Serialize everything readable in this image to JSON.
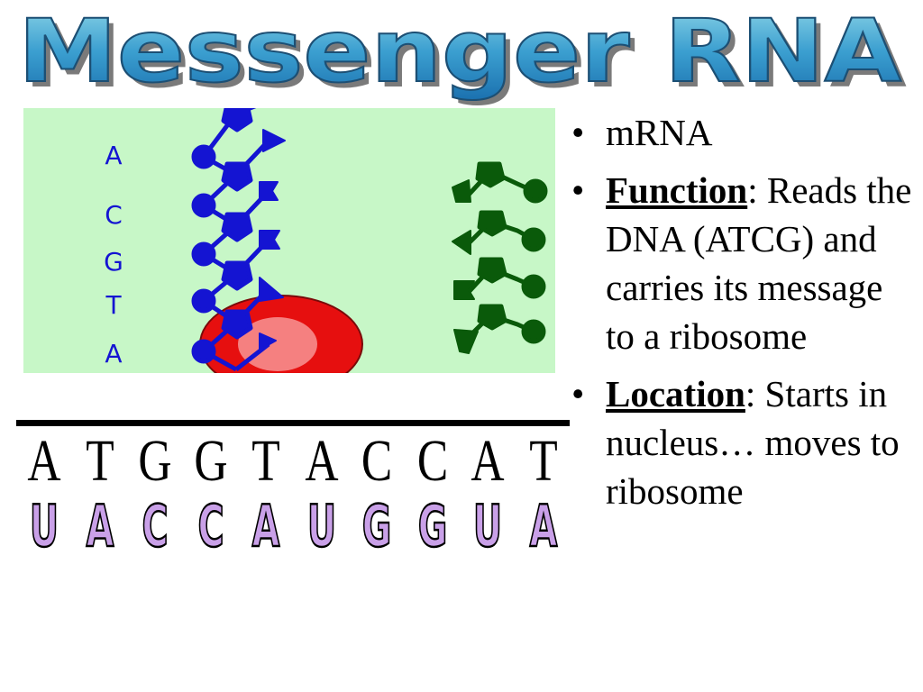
{
  "title": "Messenger RNA",
  "illustration": {
    "strand_letters": [
      "A",
      "C",
      "G",
      "T",
      "A"
    ],
    "colors": {
      "background": "#c7f7c7",
      "dna_strand": "#1414d2",
      "mrna_nucleotides": "#0a5a0a",
      "ribosome_outer": "#e60f0f",
      "ribosome_inner": "#f58080"
    }
  },
  "dna_sequence": [
    "A",
    "T",
    "G",
    "G",
    "T",
    "A",
    "C",
    "C",
    "A",
    "T"
  ],
  "rna_sequence": [
    "U",
    "A",
    "C",
    "C",
    "A",
    "U",
    "G",
    "G",
    "U",
    "A"
  ],
  "bullets": {
    "item1": "mRNA",
    "item2_term": "Function",
    "item2_rest": ": Reads the DNA (ATCG) and carries its message to a ribosome",
    "item3_term": "Location",
    "item3_rest": ": Starts in nucleus… moves to ribosome",
    "bullet_symbol": "•"
  }
}
